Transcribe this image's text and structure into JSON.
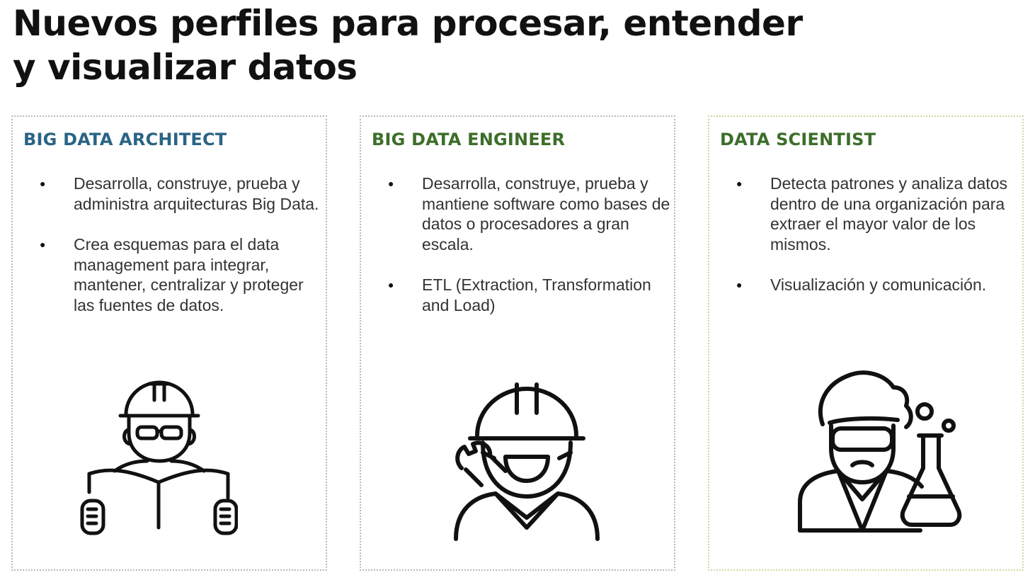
{
  "slide": {
    "title_line1": "Nuevos perfiles para procesar, entender",
    "title_line2": "y visualizar datos"
  },
  "cards": [
    {
      "heading": "BIG DATA ARCHITECT",
      "heading_color": "#2a6485",
      "bullets": [
        "Desarrolla, construye, prueba y administra arquitecturas Big Data.",
        "Crea esquemas para el data management para integrar, mantener, centralizar y proteger las fuentes de datos."
      ],
      "icon": "architect-reading-blueprint-icon"
    },
    {
      "heading": "BIG DATA ENGINEER",
      "heading_color": "#3d6e2a",
      "bullets": [
        "Desarrolla, construye, prueba y mantiene software como bases de datos o procesadores a gran escala.",
        "ETL (Extraction, Transformation and Load)"
      ],
      "icon": "engineer-hardhat-wrench-icon"
    },
    {
      "heading": "DATA SCIENTIST",
      "heading_color": "#3d6e2a",
      "bullets": [
        "Detecta patrones y analiza datos dentro de una organización para extraer el mayor valor de los mismos.",
        "Visualización y comunicación."
      ],
      "icon": "scientist-flask-icon"
    }
  ]
}
